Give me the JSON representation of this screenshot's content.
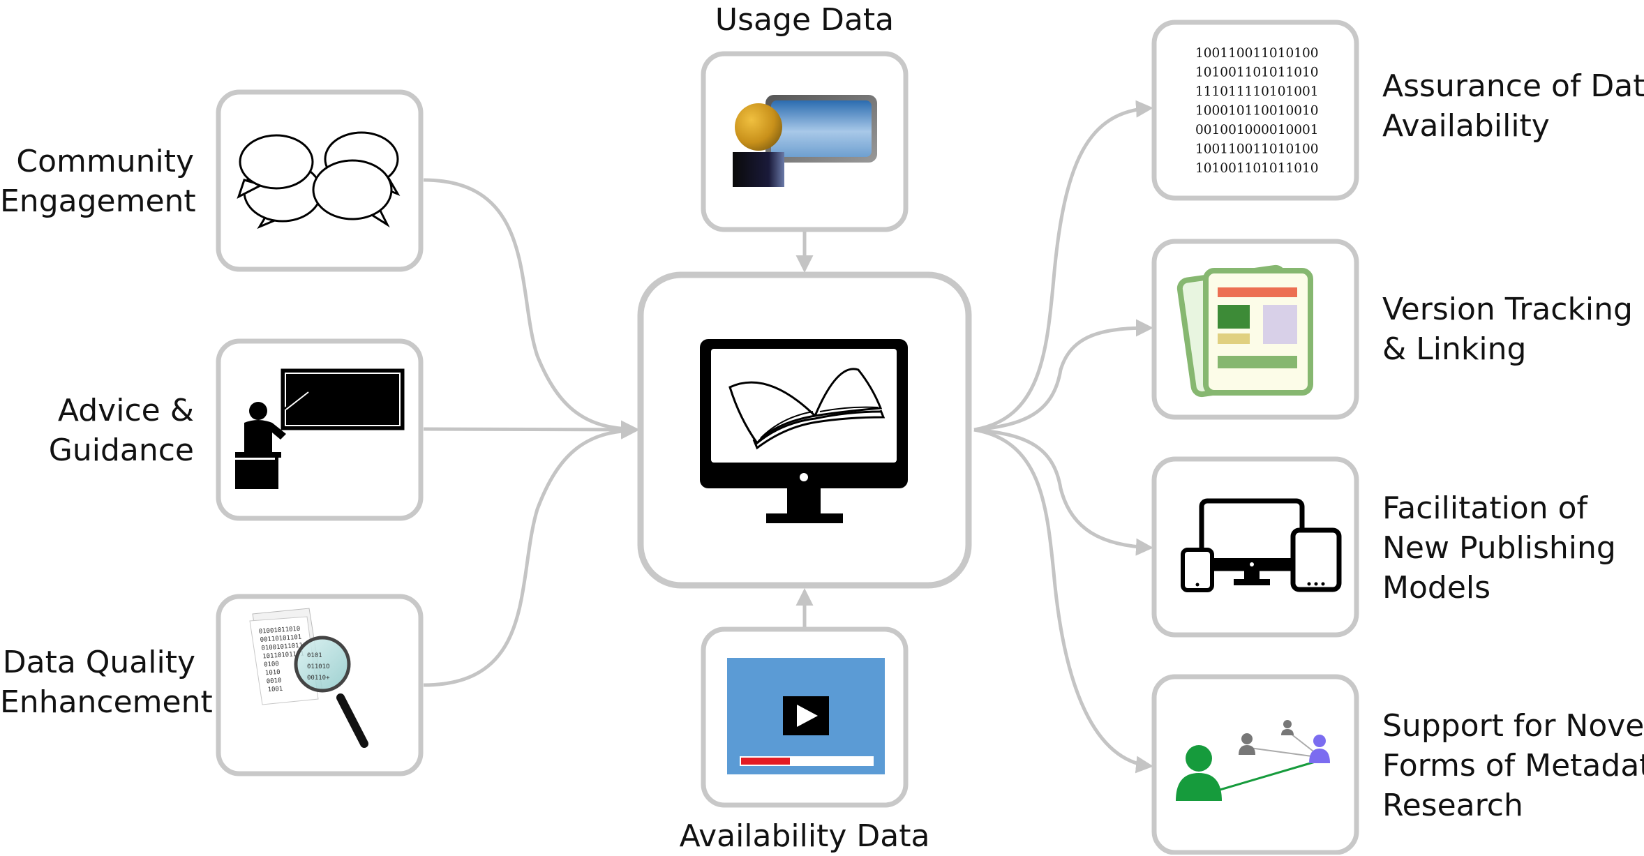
{
  "colors": {
    "box_border": "#c8c8c8",
    "arrow": "#c4c4c4",
    "icon_black": "#000000",
    "video_blue": "#5b9bd5",
    "progress_red": "#e31b23",
    "person_green": "#169b3c",
    "person_purple": "#7b6cf0",
    "person_gray": "#777777",
    "doc_green": "#86b770",
    "doc_orange": "#ec6f52",
    "doc_dark_green": "#3d8b37"
  },
  "inputs": [
    {
      "id": "community",
      "icon": "speech-bubbles-icon",
      "label": [
        "Community",
        "Engagement"
      ]
    },
    {
      "id": "advice",
      "icon": "teacher-blackboard-icon",
      "label": [
        "Advice &",
        "Guidance"
      ]
    },
    {
      "id": "quality",
      "icon": "magnifier-binary-icon",
      "label": [
        "Data Quality",
        "Enhancement"
      ]
    }
  ],
  "center": {
    "icon": "monitor-book-icon"
  },
  "top": {
    "icon": "presenter-screen-icon",
    "label": "Usage Data"
  },
  "bottom": {
    "icon": "video-player-icon",
    "label": "Availability Data"
  },
  "outputs": [
    {
      "id": "assurance",
      "icon": "binary-data-icon",
      "label": [
        "Assurance of Data",
        "Availability"
      ]
    },
    {
      "id": "version",
      "icon": "document-stack-icon",
      "label": [
        "Version Tracking",
        "& Linking"
      ]
    },
    {
      "id": "publishing",
      "icon": "multi-device-icon",
      "label": [
        "Facilitation of",
        "New Publishing",
        "Models"
      ]
    },
    {
      "id": "metadata",
      "icon": "people-network-icon",
      "label": [
        "Support for Novel",
        "Forms of Metadata",
        "Research"
      ]
    }
  ],
  "binary_lines": [
    "100110011010100",
    "101001101011010",
    "111011110101001",
    "100010110010010",
    "001001000010001",
    "100110011010100",
    "101001101011010"
  ],
  "magnifier_lines": [
    "01001011010",
    "00110101101",
    "01001011011",
    "10110101101",
    "0100",
    "1010",
    "0010",
    "1001"
  ],
  "magnifier_lens_lines": [
    "0101",
    "01101O",
    "00110+"
  ]
}
